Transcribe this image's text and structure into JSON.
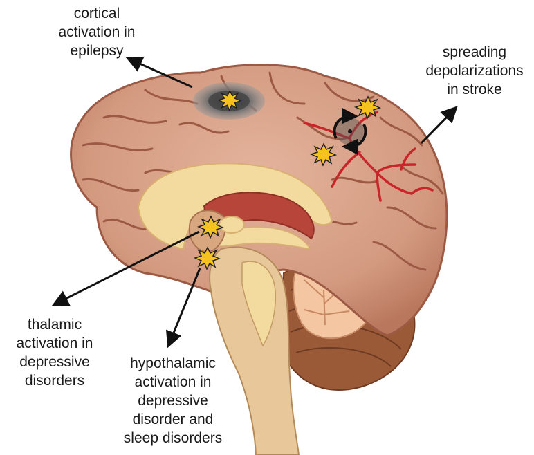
{
  "labels": {
    "epilepsy": [
      "cortical",
      "activation in",
      "epilepsy"
    ],
    "stroke": [
      "spreading",
      "depolarizations",
      "in stroke"
    ],
    "thalamic": [
      "thalamic",
      "activation in",
      "depressive",
      "disorders"
    ],
    "hypothalamic": [
      "hypothalamic",
      "activation in",
      "depressive",
      "disorder and",
      "sleep disorders"
    ]
  },
  "colors": {
    "cortex": "#d39a80",
    "cortex_dark": "#9c5a44",
    "white_matter": "#f3dba0",
    "callosum_red": "#b8453a",
    "brainstem": "#e8c89a",
    "cerebellum_gray": "#f1c6a0",
    "cerebellum_brown": "#9a5a38",
    "vessel": "#c8262a",
    "star_fill": "#f6c21e",
    "arrow": "#111111"
  }
}
